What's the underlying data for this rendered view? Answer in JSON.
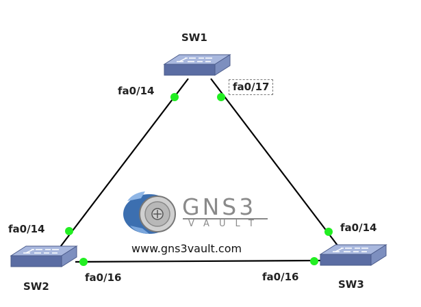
{
  "switches": [
    {
      "name": "SW1"
    },
    {
      "name": "SW2"
    },
    {
      "name": "SW3"
    }
  ],
  "ports": {
    "sw1_left": "fa0/14",
    "sw1_right": "fa0/17",
    "sw2_top": "fa0/14",
    "sw2_right": "fa0/16",
    "sw3_top": "fa0/14",
    "sw3_left": "fa0/16"
  },
  "logo": {
    "text": "GNS3",
    "subtext": "VAULT",
    "url": "www.gns3vault.com"
  },
  "colors": {
    "link": "#000000",
    "port_up": "#22ee22",
    "switch_top": "#9fb0d8",
    "switch_side": "#6d7fb0",
    "switch_front": "#5a6ca0",
    "logo_gray": "#888888"
  }
}
